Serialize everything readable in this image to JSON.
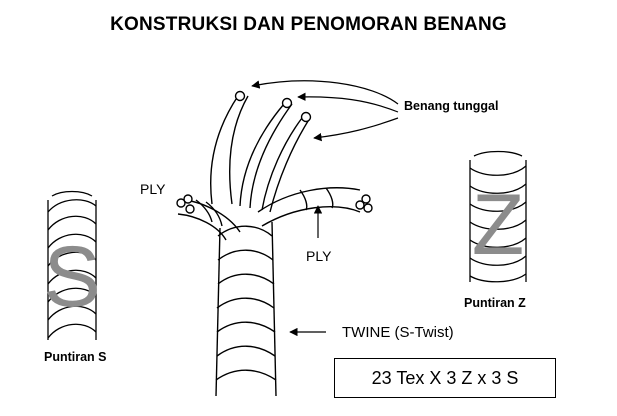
{
  "title": "KONSTRUKSI DAN PENOMORAN BENANG",
  "labels": {
    "single_yarn": "Benang tunggal",
    "ply_left": "PLY",
    "ply_bottom": "PLY",
    "twine": "TWINE  (S-Twist)",
    "s_twist": "Puntiran S",
    "z_twist": "Puntiran Z"
  },
  "letters": {
    "s": "S",
    "z": "Z"
  },
  "formula": "23 Tex X 3 Z x 3 S",
  "colors": {
    "line": "#000000",
    "letter": "#8c8c8c",
    "background": "#ffffff"
  }
}
